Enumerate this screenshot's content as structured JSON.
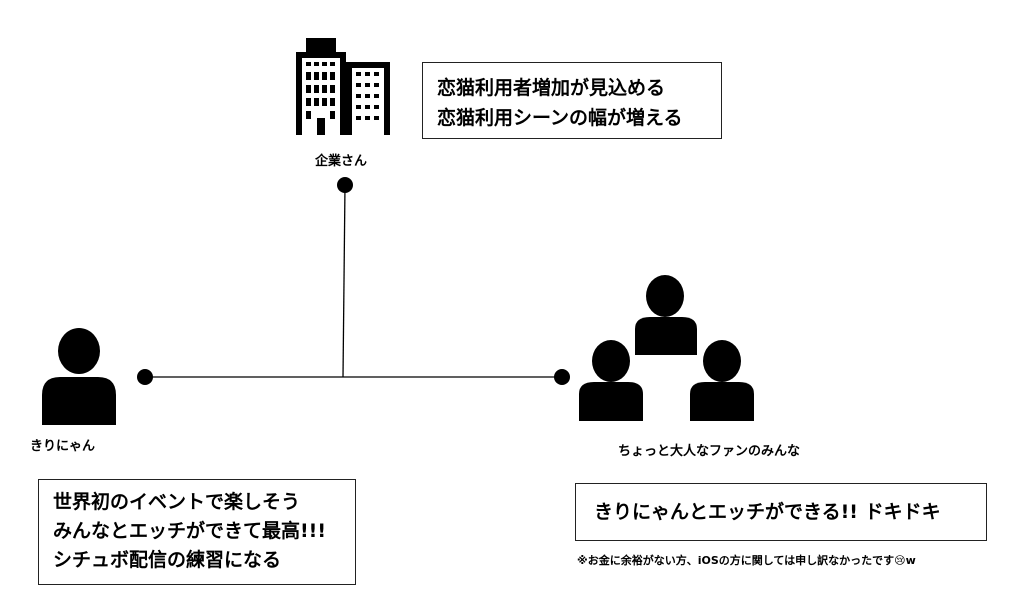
{
  "company": {
    "label": "企業さん",
    "benefits": [
      "恋猫利用者増加が見込める",
      "恋猫利用シーンの幅が増える"
    ]
  },
  "streamer": {
    "label": "きりにゃん",
    "benefits": [
      "世界初のイベントで楽しそう",
      "みんなとエッチができて最高!!!",
      "シチュボ配信の練習になる"
    ]
  },
  "fans": {
    "label": "ちょっと大人なファンのみんな",
    "benefit": "きりにゃんとエッチができる!! ドキドキ",
    "note": "※お金に余裕がない方、iOSの方に関しては申し訳なかったです😢w"
  }
}
